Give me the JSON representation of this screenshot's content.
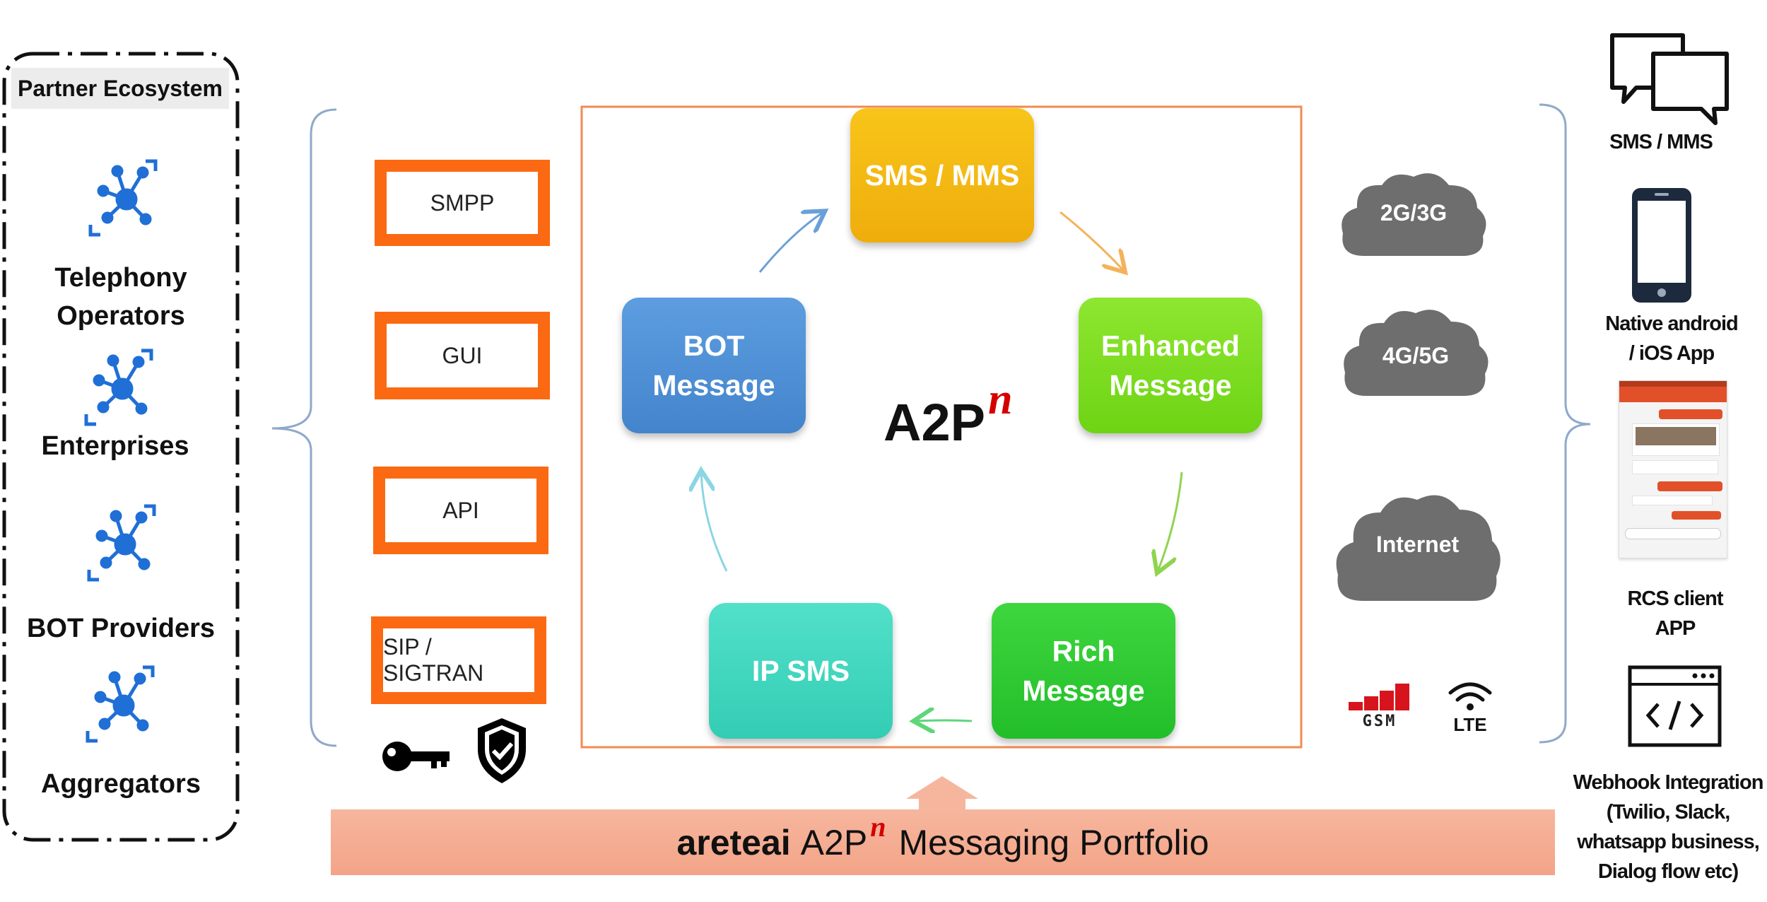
{
  "partner_ecosystem": {
    "title": "Partner Ecosystem",
    "items": [
      "Telephony\nOperators",
      "Enterprises",
      "BOT Providers",
      "Aggregators"
    ]
  },
  "interfaces": [
    "SMPP",
    "GUI",
    "API",
    "SIP / SIGTRAN"
  ],
  "security_icons": [
    "key-icon",
    "shield-check-icon"
  ],
  "cycle": {
    "sms_mms": "SMS / MMS",
    "enhanced_1": "Enhanced",
    "enhanced_2": "Message",
    "rich_1": "Rich",
    "rich_2": "Message",
    "ip_sms": "IP SMS",
    "bot_1": "BOT",
    "bot_2": "Message",
    "center_main": "A2P",
    "center_sup": "n"
  },
  "networks": {
    "clouds": [
      "2G/3G",
      "4G/5G",
      "Internet"
    ],
    "badges": [
      "GSM",
      "LTE"
    ]
  },
  "devices": {
    "sms_mms": "SMS / MMS",
    "native_1": "Native android",
    "native_2": "/ iOS App",
    "rcs_1": "RCS client",
    "rcs_2": "APP",
    "webhook_1": "Webhook Integration",
    "webhook_2": "(Twilio, Slack,",
    "webhook_3": "whatsapp business,",
    "webhook_4": "Dialog flow etc)"
  },
  "banner": {
    "brand": "areteai",
    "product": "A2P",
    "sup": "n",
    "rest": "Messaging Portfolio"
  },
  "colors": {
    "orange": "#fb6a12",
    "sms_mms": "#f2b70f",
    "enhanced": "#79dd1c",
    "rich": "#2ec832",
    "ip_sms": "#3ed8bf",
    "bot": "#4f8fd4",
    "cloud": "#6e6e6e",
    "banner": "#f4a88b",
    "gsm_red": "#d7141e"
  }
}
